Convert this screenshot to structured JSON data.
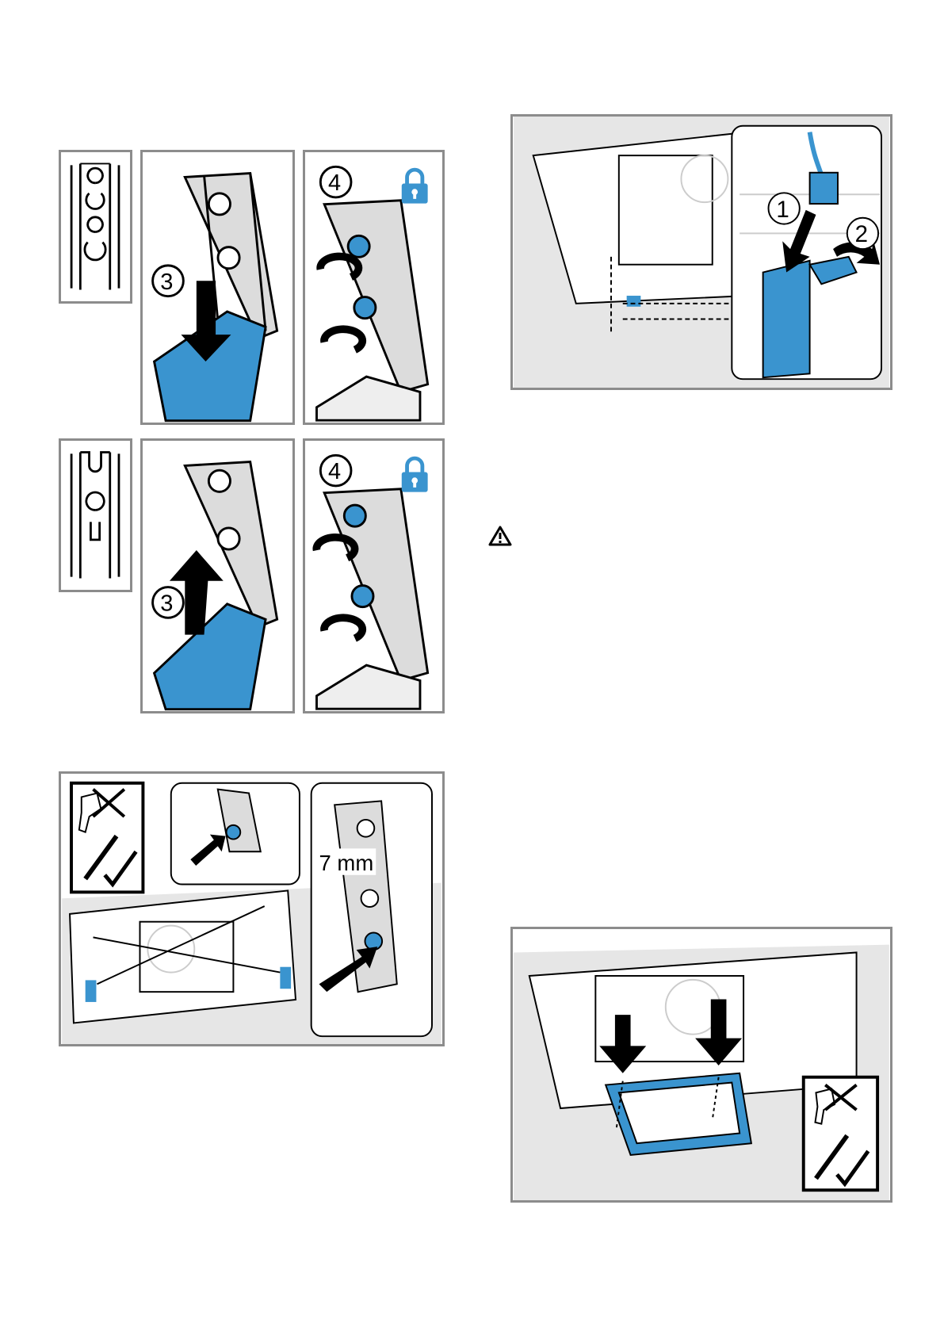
{
  "figures": {
    "step_3_label": "3",
    "step_4_label": "4",
    "step_1_label": "1",
    "step_2_label": "2",
    "screw_distance_label": "7 mm"
  },
  "icons": {
    "lock": "lock-icon",
    "warning": "warning-icon",
    "no_drill": "no-drill-icon",
    "screwdriver_ok": "screwdriver-check-icon"
  },
  "colors": {
    "accent_blue": "#3a94cf",
    "frame_gray": "#8c8c8c",
    "surface_gray": "#d9d9d9"
  }
}
